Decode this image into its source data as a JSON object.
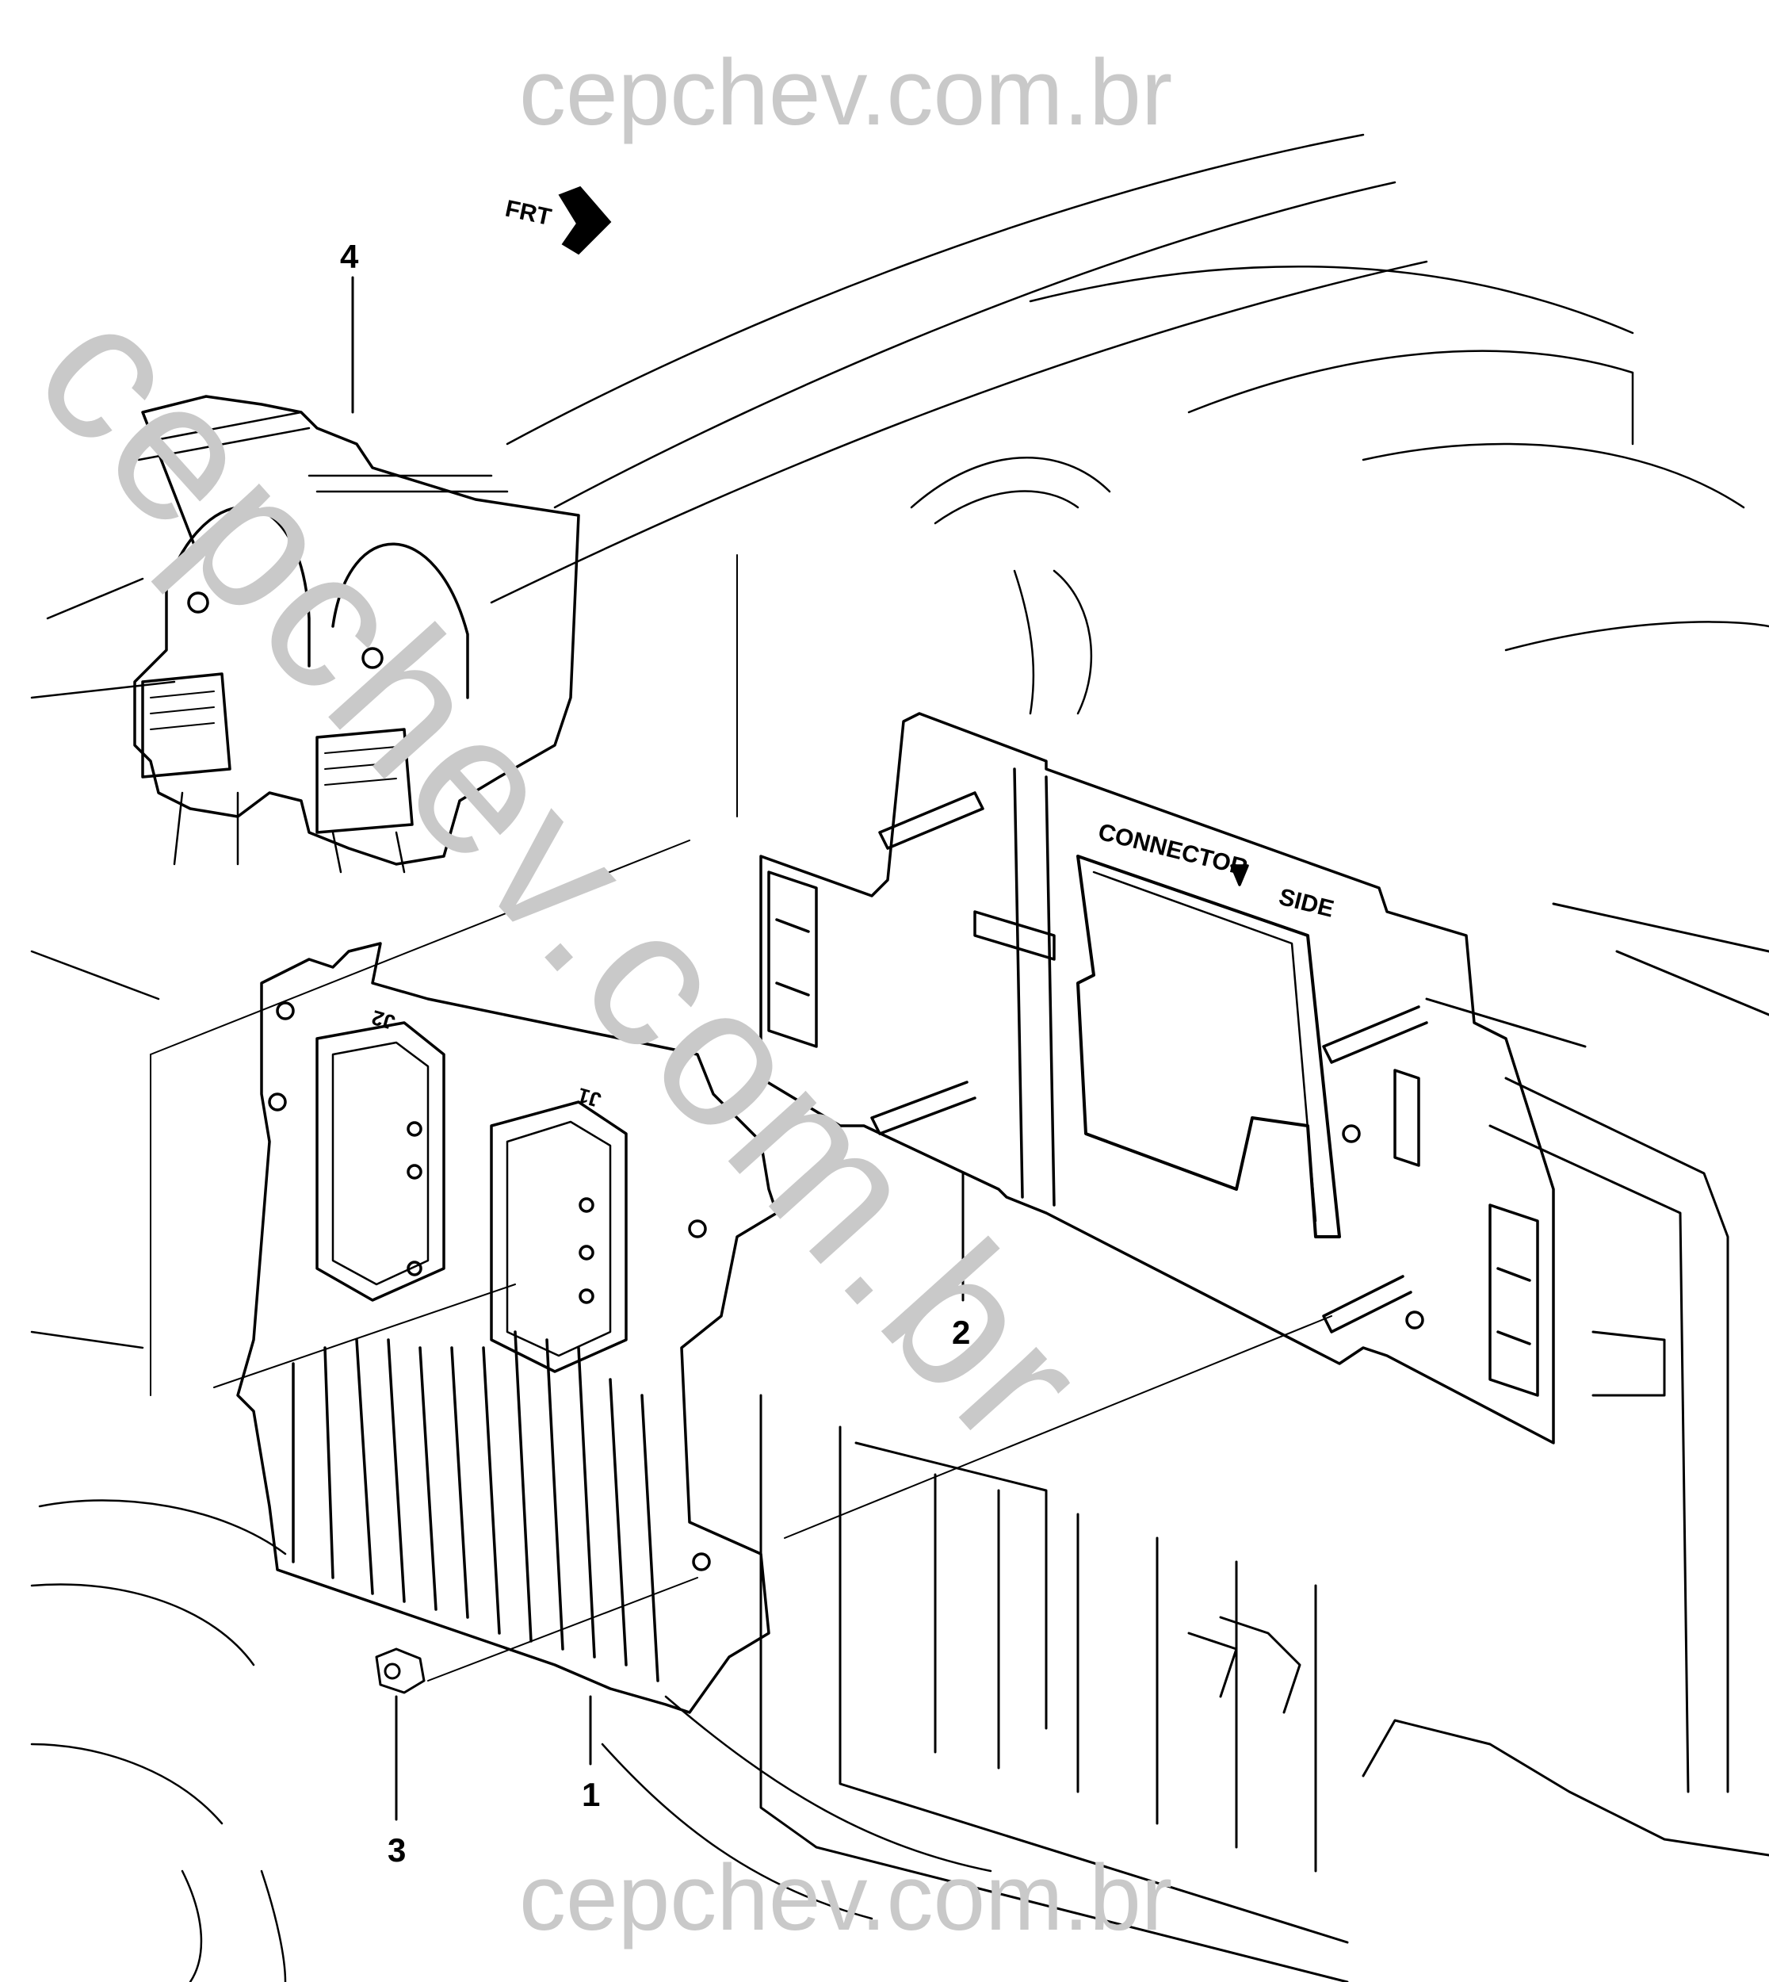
{
  "watermark": {
    "top": "cepchev.com.br",
    "bottom": "cepchev.com.br",
    "diagonal": "cepchev.com.br",
    "color": "#c9c9c9"
  },
  "callouts": {
    "c1": "1",
    "c2": "2",
    "c3": "3",
    "c4": "4"
  },
  "bracket_text": {
    "connector": "CONNECTOR",
    "side": "SIDE"
  },
  "module_labels": {
    "j1": "J1",
    "j2": "J2"
  },
  "front_arrow": {
    "label": "FRT",
    "icon": "front-direction-arrow-icon"
  },
  "line_color": "#000000"
}
